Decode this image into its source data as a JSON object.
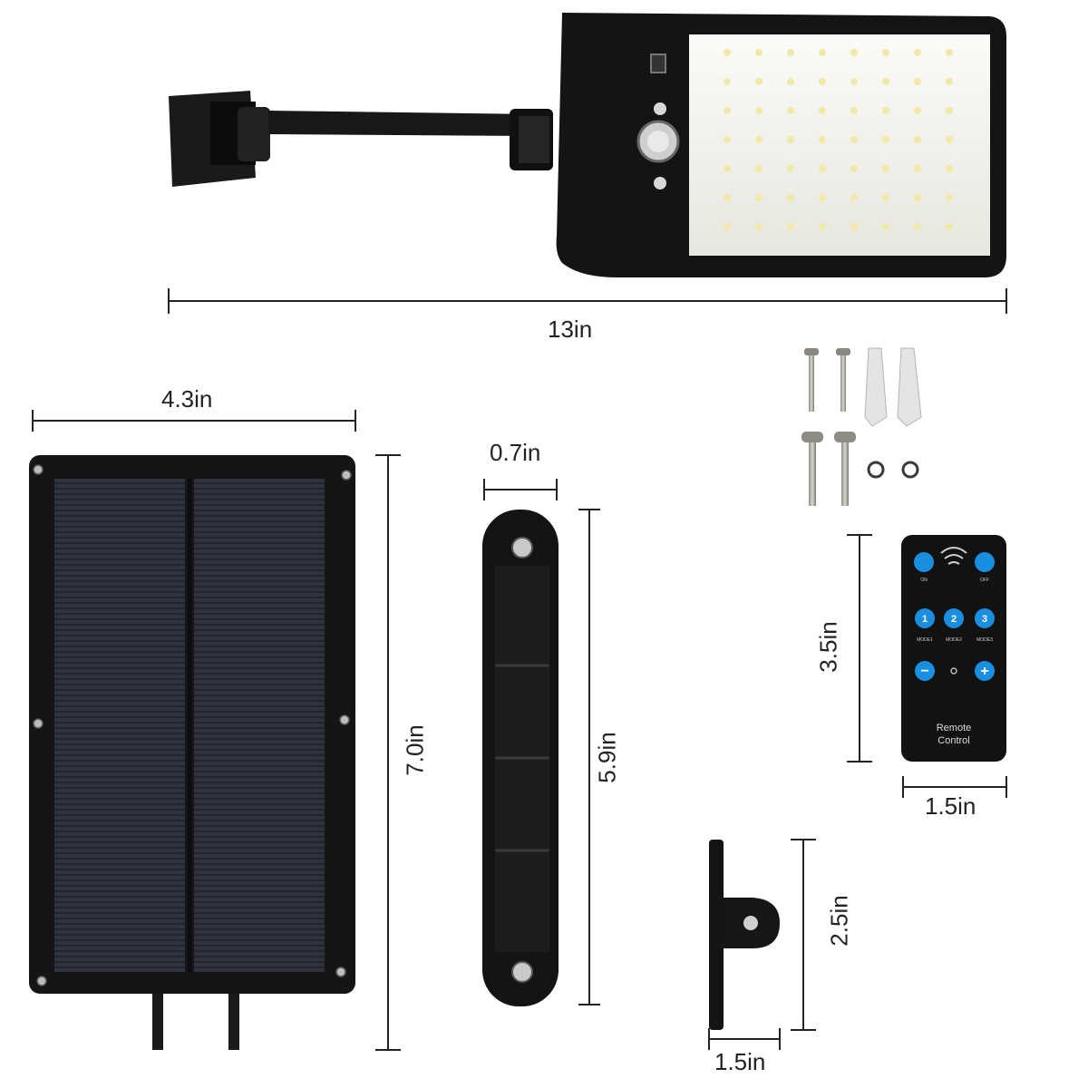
{
  "dimensions": {
    "lamp_width": "13in",
    "panel_width": "4.3in",
    "panel_height": "7.0in",
    "bracket_width": "0.7in",
    "bracket_height": "5.9in",
    "remote_height": "3.5in",
    "remote_width": "1.5in",
    "mount_height": "2.5in",
    "mount_width": "1.5in"
  },
  "remote": {
    "on_label": "ON",
    "off_label": "OFF",
    "btn1": "1",
    "btn2": "2",
    "btn3": "3",
    "mode1": "MODE1",
    "mode2": "MODE2",
    "mode3": "MODE3",
    "minus": "−",
    "plus": "+",
    "caption_line1": "Remote",
    "caption_line2": "Control"
  },
  "colors": {
    "lamp_body": "#151515",
    "led_panel": "#f1f1ec",
    "solar_cell": "#2c2f3a",
    "remote_button": "#1a8fe0"
  }
}
